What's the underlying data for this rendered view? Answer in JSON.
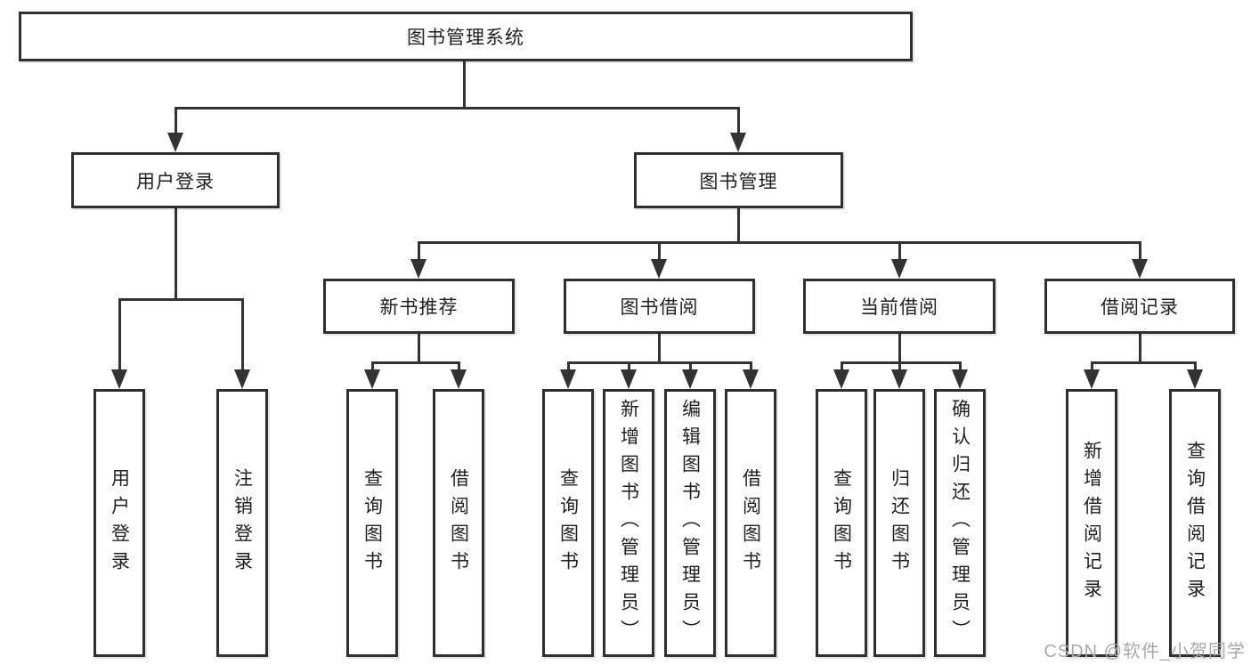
{
  "root": {
    "label": "图书管理系统"
  },
  "user_login": {
    "label": "用户登录",
    "children": [
      {
        "label": "用户登录"
      },
      {
        "label": "注销登录"
      }
    ]
  },
  "book_mgmt": {
    "label": "图书管理",
    "sections": [
      {
        "label": "新书推荐",
        "children": [
          {
            "label": "查询图书"
          },
          {
            "label": "借阅图书"
          }
        ]
      },
      {
        "label": "图书借阅",
        "children": [
          {
            "label": "查询图书"
          },
          {
            "label": "新增图书（管理员）"
          },
          {
            "label": "编辑图书（管理员）"
          },
          {
            "label": "借阅图书"
          }
        ]
      },
      {
        "label": "当前借阅",
        "children": [
          {
            "label": "查询图书"
          },
          {
            "label": "归还图书"
          },
          {
            "label": "确认归还（管理员）"
          }
        ]
      },
      {
        "label": "借阅记录",
        "children": [
          {
            "label": "新增借阅记录"
          },
          {
            "label": "查询借阅记录"
          }
        ]
      }
    ]
  },
  "watermark": {
    "text": "CSDN @软件_小贺同学"
  },
  "colors": {
    "line": "#333333",
    "border": "#2f2f2f",
    "fill": "#ffffff",
    "text": "#1f1f1f",
    "watermark": "#a9a9a9"
  }
}
